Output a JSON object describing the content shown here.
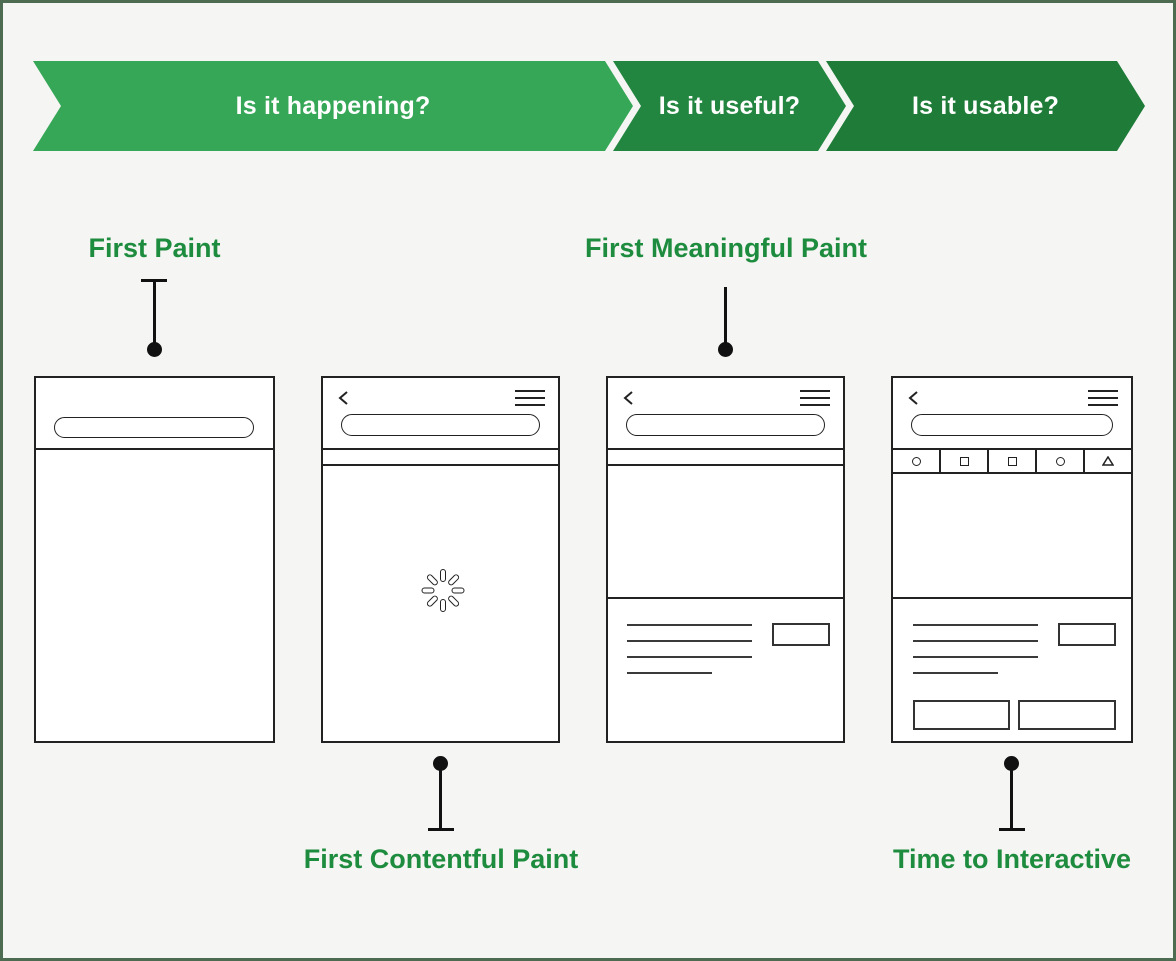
{
  "banner": {
    "steps": [
      {
        "label": "Is it happening?",
        "color": "#35A757"
      },
      {
        "label": "Is it useful?",
        "color": "#238640"
      },
      {
        "label": "Is it usable?",
        "color": "#1E7C38"
      }
    ],
    "text_color": "#FFFFFF"
  },
  "metrics": {
    "first_paint": "First Paint",
    "first_contentful_paint": "First Contentful Paint",
    "first_meaningful_paint": "First Meaningful Paint",
    "time_to_interactive": "Time to Interactive"
  },
  "phones": [
    {
      "stage": "blank",
      "elements": [
        "url-bar"
      ]
    },
    {
      "stage": "loading",
      "elements": [
        "back-icon",
        "menu-icon",
        "url-bar",
        "spinner-icon"
      ]
    },
    {
      "stage": "content-painted",
      "elements": [
        "back-icon",
        "menu-icon",
        "url-bar",
        "hero-placeholder",
        "text-lines",
        "button"
      ]
    },
    {
      "stage": "interactive",
      "elements": [
        "back-icon",
        "menu-icon",
        "url-bar",
        "toolbar-icons",
        "text-lines",
        "button",
        "action-buttons"
      ]
    }
  ],
  "icons": {
    "back": "back-icon",
    "menu": "hamburger-menu-icon",
    "spinner": "loading-spinner-icon",
    "toolbar": [
      "circle-icon",
      "square-icon",
      "square-icon",
      "circle-icon",
      "triangle-icon"
    ]
  },
  "colors": {
    "background": "#F5F5F3",
    "frame-border": "#4C6B51",
    "banner-step-1": "#35A757",
    "banner-step-2": "#238640",
    "banner-step-3": "#1E7C38",
    "banner-text": "#FFFFFF",
    "label-green": "#1E8C3E",
    "wireframe-ink": "#222222",
    "connector-black": "#111111"
  }
}
